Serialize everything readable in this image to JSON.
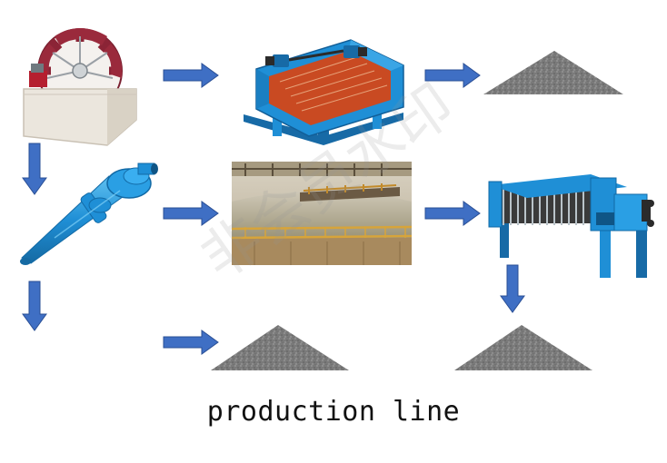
{
  "caption": "production line",
  "watermark": "非会员水印",
  "colors": {
    "arrow": "#3f6fc4",
    "arrow_edge": "#2a4f95",
    "machine_blue": "#1f8fd6",
    "machine_dark": "#176aa6",
    "wheel_red": "#9a2a3c",
    "tank_beige": "#ece7df",
    "sand_grey": "#7d7d7d",
    "screen_red": "#c94a22"
  },
  "nodes": [
    {
      "id": "sand-washing-wheel",
      "icon": "bucket-wheel-washer-icon"
    },
    {
      "id": "vibrating-screen",
      "icon": "dewatering-screen-icon"
    },
    {
      "id": "sand-pile-1",
      "icon": "sand-pile-icon"
    },
    {
      "id": "hydrocyclone",
      "icon": "hydrocyclone-icon"
    },
    {
      "id": "thickener-tank",
      "icon": "sedimentation-tank-photo-icon"
    },
    {
      "id": "filter-press",
      "icon": "filter-press-icon"
    },
    {
      "id": "sand-pile-2",
      "icon": "sand-pile-icon"
    },
    {
      "id": "sand-pile-3",
      "icon": "sand-pile-icon"
    }
  ]
}
